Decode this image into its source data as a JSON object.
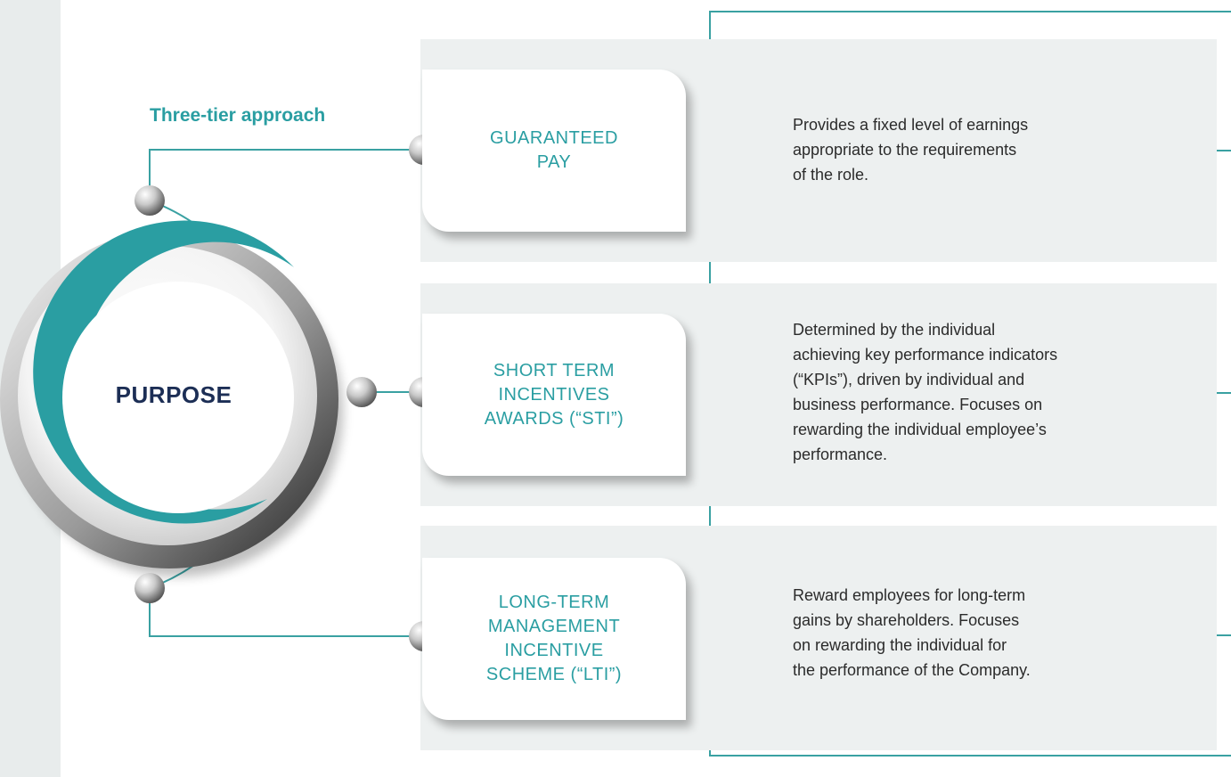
{
  "diagram": {
    "heading": "Three-tier approach",
    "center_label": "PURPOSE",
    "tiers": [
      {
        "label": "GUARANTEED\nPAY",
        "description": "Provides a fixed level of earnings\nappropriate to the requirements\nof the role."
      },
      {
        "label": "SHORT TERM\nINCENTIVES\nAWARDS (“STI”)",
        "description": "Determined by the individual\nachieving key performance indicators\n(“KPIs”), driven by individual and\nbusiness performance. Focuses on\nrewarding the individual employee’s\nperformance."
      },
      {
        "label": "LONG-TERM\nMANAGEMENT\nINCENTIVE\nSCHEME (“LTI”)",
        "description": "Reward employees for long-term\ngains by shareholders. Focuses\non rewarding the individual for\nthe performance of the Company."
      }
    ]
  },
  "colors": {
    "accent": "#2a9ea2",
    "center_text": "#1c2e55",
    "panel_background": "#edf0f0"
  },
  "icons": [
    "connector-dot-icon"
  ]
}
